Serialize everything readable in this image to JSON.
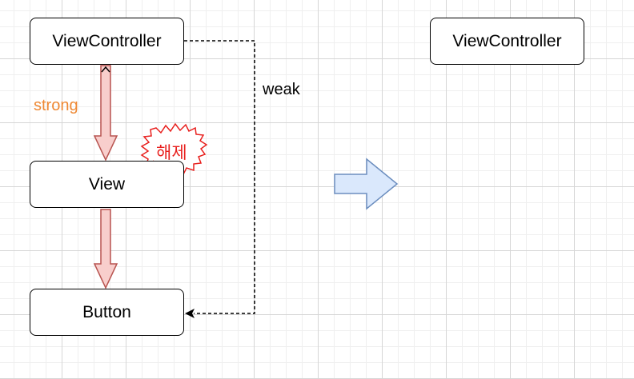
{
  "diagram": {
    "nodes": {
      "view_controller": "ViewController",
      "view": "View",
      "button": "Button",
      "view_controller_after": "ViewController"
    },
    "edges": {
      "strong_label": "strong",
      "weak_label": "weak"
    },
    "callout": {
      "text": "해제"
    }
  },
  "colors": {
    "strong_label": "#ee8833",
    "strong_arrow_fill": "#f8cecc",
    "strong_arrow_stroke": "#b85450",
    "callout_fill": "#ffffff",
    "callout_stroke": "#e8201e",
    "callout_text": "#e8201e",
    "transition_arrow_fill": "#dae8fc",
    "transition_arrow_stroke": "#6c8ebf"
  }
}
